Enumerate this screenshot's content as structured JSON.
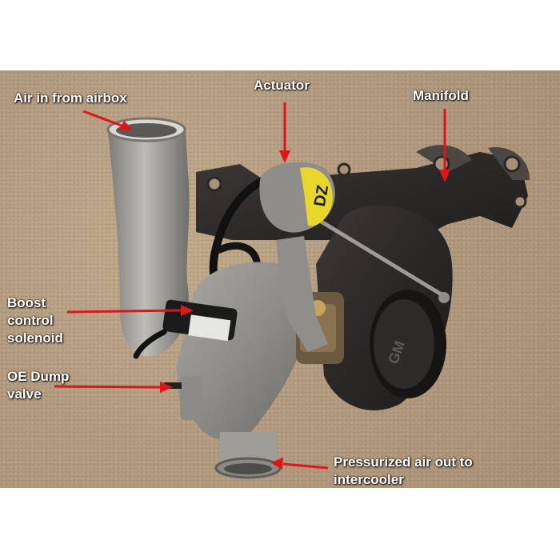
{
  "image": {
    "subject": "Turbocharger assembly on carpet",
    "label_color": "#ffffff",
    "arrow_color": "#e0141b"
  },
  "callouts": {
    "air_in": "Air in from airbox",
    "actuator": "Actuator",
    "manifold": "Manifold",
    "boost_solenoid": "Boost\ncontrol\nsolenoid",
    "dump_valve": "OE Dump\nvalve",
    "pressurized_air": "Pressurized air out to\nintercooler"
  },
  "parts": {
    "actuator_marking": "DZ",
    "housing_marking": "GM"
  }
}
